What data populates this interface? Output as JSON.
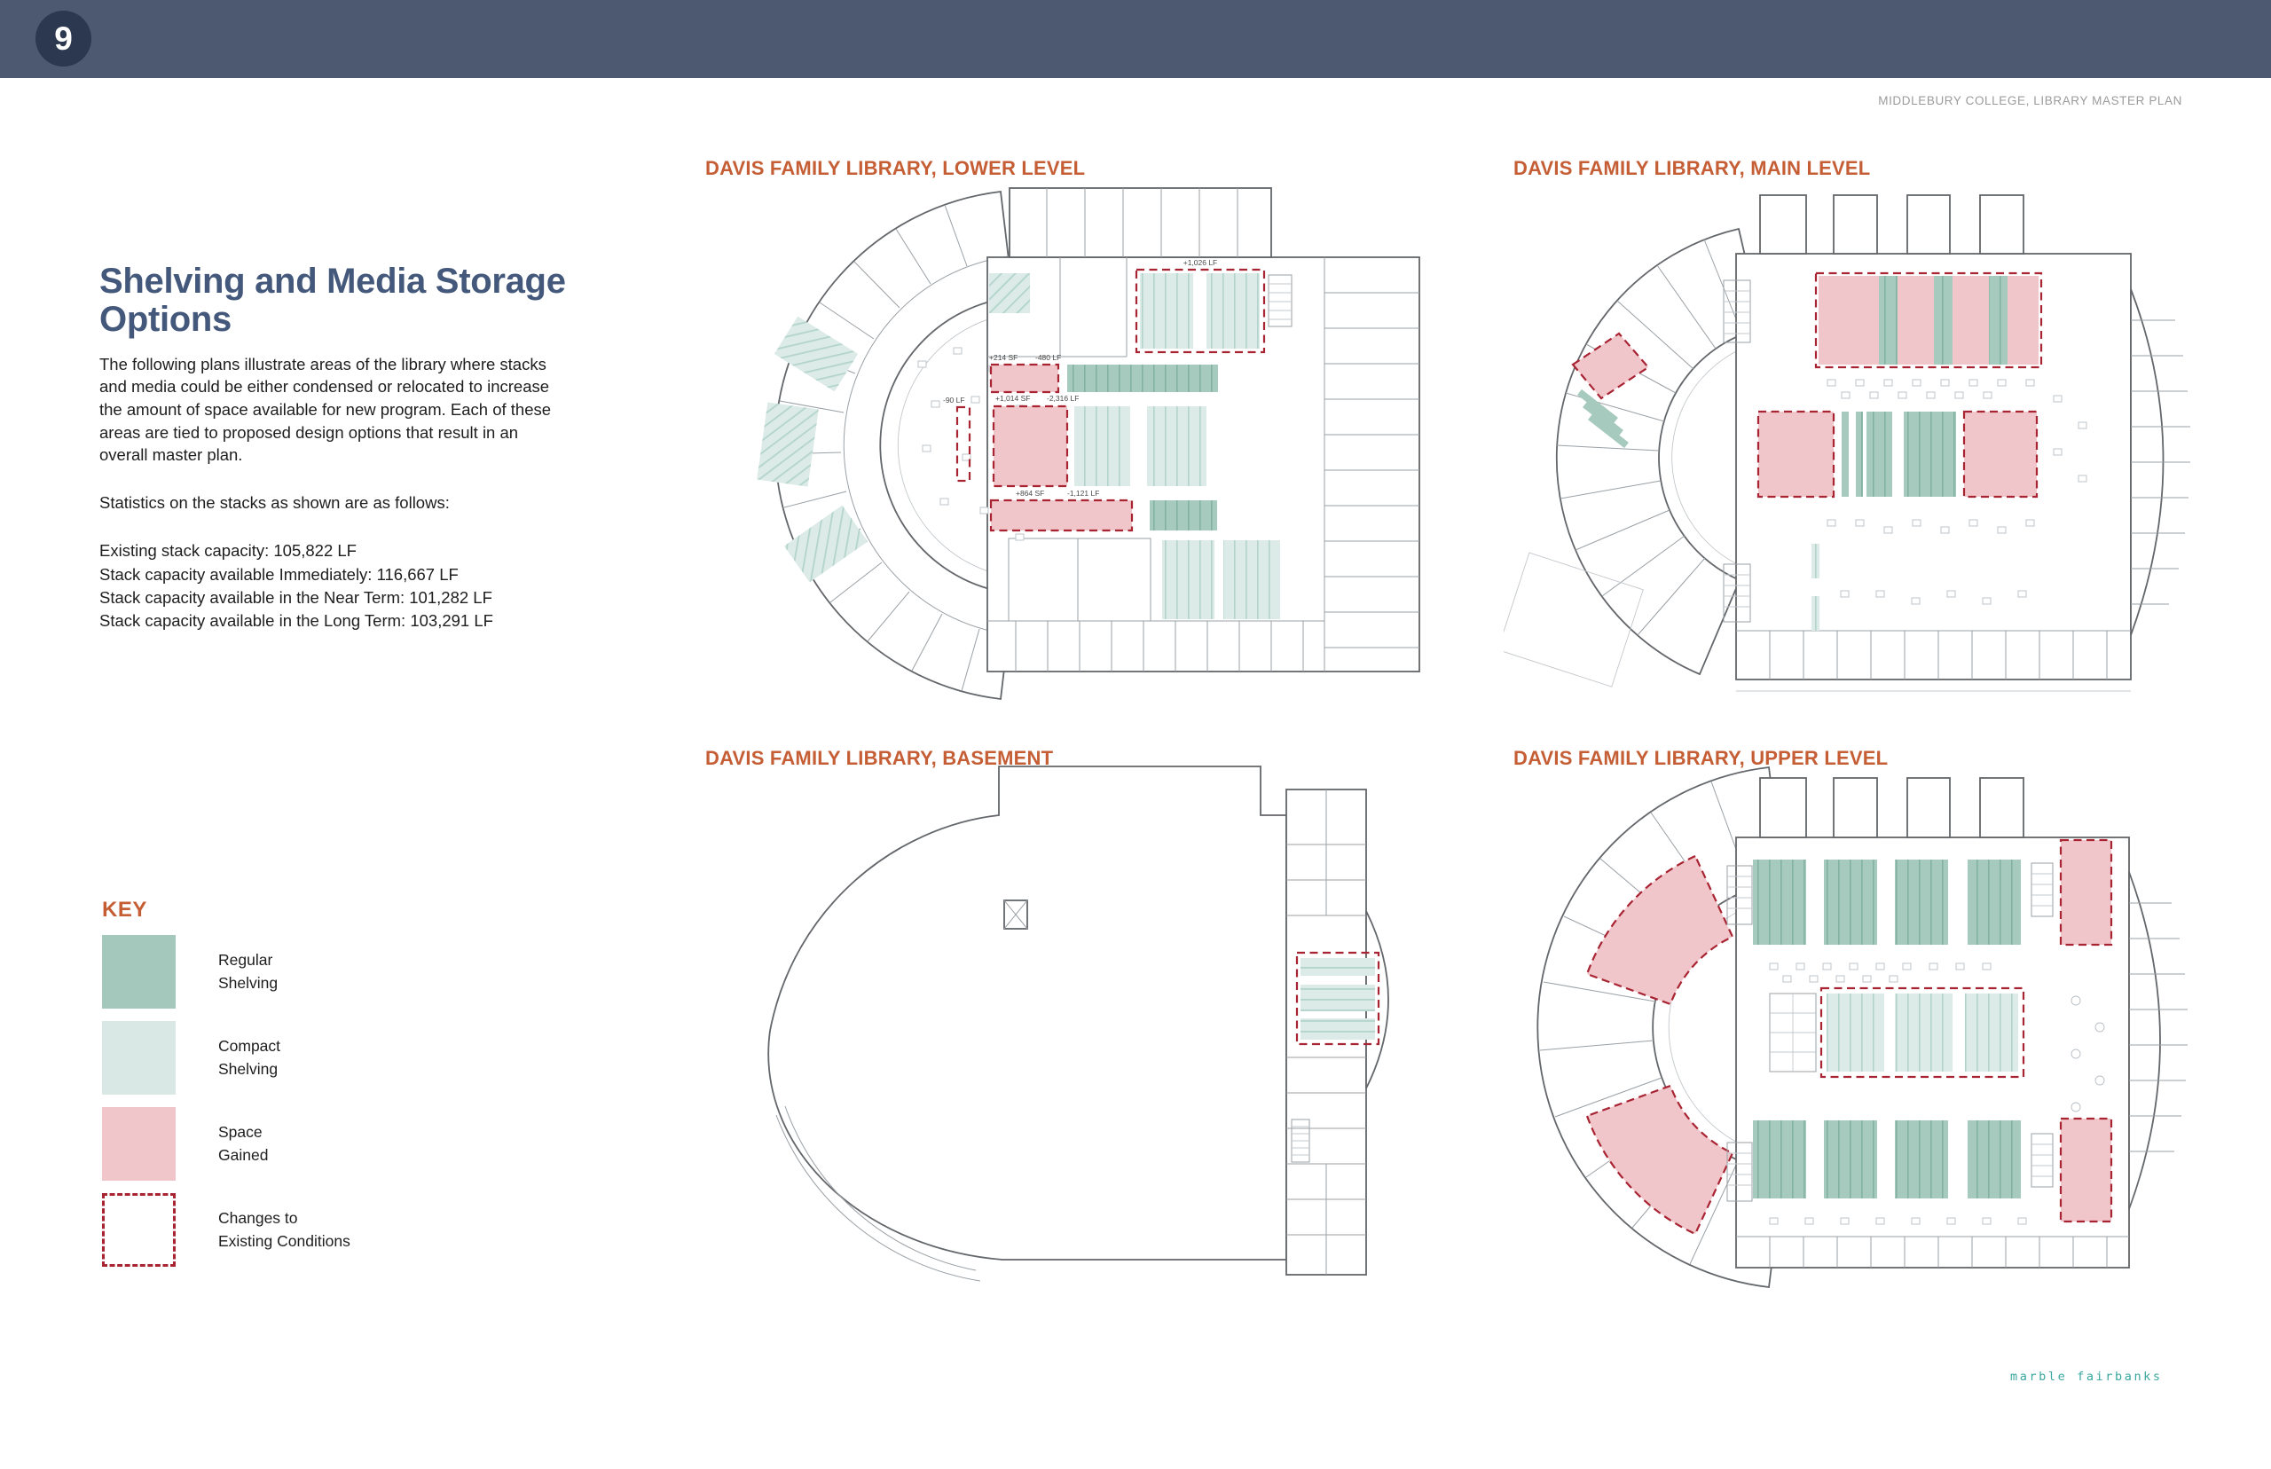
{
  "page": {
    "number": "9",
    "project_label": "MIDDLEBURY COLLEGE, LIBRARY MASTER PLAN",
    "logo": "marble fairbanks"
  },
  "intro": {
    "title": "Shelving and Media Storage Options",
    "body": "The following plans illustrate areas of the library where stacks and media could be either condensed or relocated to increase the amount of space available for new program. Each of these areas are tied to proposed design options that result in an overall master plan.",
    "stats_intro": "Statistics on the stacks as shown are as follows:",
    "stats": [
      "Existing stack capacity: 105,822 LF",
      "Stack capacity available Immediately: 116,667 LF",
      "Stack capacity available in the Near Term: 101,282 LF",
      "Stack capacity available in the Long Term: 103,291 LF"
    ]
  },
  "key": {
    "title": "KEY",
    "items": [
      {
        "label": "Regular\nShelving",
        "color": "#a4c9bc"
      },
      {
        "label": "Compact\nShelving",
        "color": "#d9e8e4"
      },
      {
        "label": "Space\nGained",
        "color": "#f1c6ca"
      },
      {
        "label": "Changes to\nExisting Conditions",
        "color": "#a92433"
      }
    ]
  },
  "plans": {
    "lower": {
      "title": "DAVIS FAMILY LIBRARY, LOWER LEVEL",
      "annotations": {
        "top_block": "+1,026 LF",
        "row1_sf": "+214 SF",
        "row1_lf": "-480 LF",
        "row2_sf": "+1,014 SF",
        "row2_lf": "-2,316 LF",
        "row3_sf": "+864 SF",
        "row3_lf": "-1,121 LF",
        "atrium": "-90 LF"
      }
    },
    "main": {
      "title": "DAVIS FAMILY LIBRARY, MAIN LEVEL"
    },
    "basement": {
      "title": "DAVIS FAMILY LIBRARY, BASEMENT"
    },
    "upper": {
      "title": "DAVIS FAMILY LIBRARY, UPPER LEVEL"
    }
  },
  "colors": {
    "header_bar": "#4d5971",
    "badge": "#2b384f",
    "accent_orange": "#c55e35",
    "title_blue": "#44587b",
    "regular_shelving": "#a4c9bc",
    "compact_shelving": "#d9e8e4",
    "space_gained": "#f1c6ca",
    "change_dash": "#a92433",
    "logo_teal": "#3aa7a0"
  }
}
